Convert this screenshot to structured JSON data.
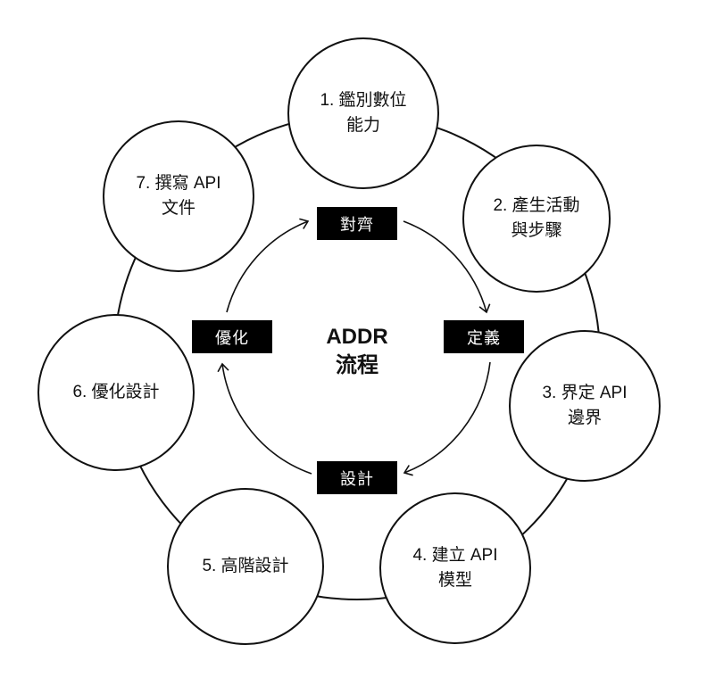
{
  "center": {
    "line1": "ADDR",
    "line2": "流程"
  },
  "steps": [
    {
      "l1": "1. 鑑別數位",
      "l2": "能力"
    },
    {
      "l1": "2. 產生活動",
      "l2": "與步驟"
    },
    {
      "l1": "3. 界定 API",
      "l2": "邊界"
    },
    {
      "l1": "4. 建立 API",
      "l2": "模型"
    },
    {
      "l1": "5. 高階設計",
      "l2": ""
    },
    {
      "l1": "6. 優化設計",
      "l2": ""
    },
    {
      "l1": "7. 撰寫 API",
      "l2": "文件"
    }
  ],
  "phases": {
    "align": "對齊",
    "define": "定義",
    "design": "設計",
    "refine": "優化"
  }
}
